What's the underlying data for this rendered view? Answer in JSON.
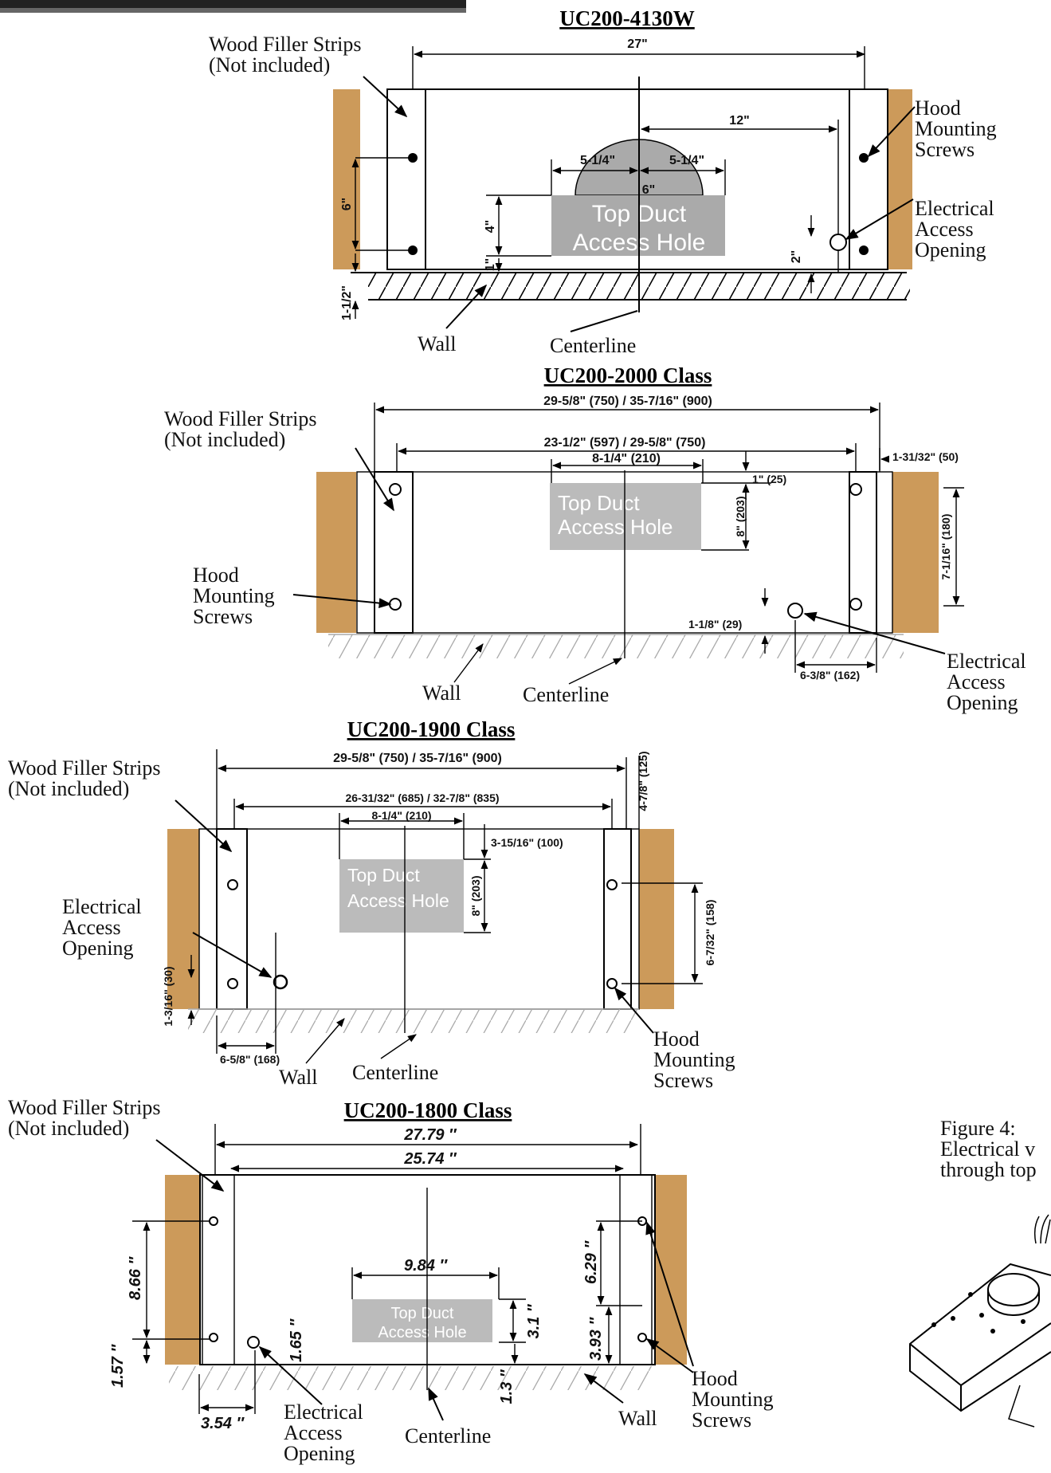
{
  "header_banner": "",
  "section1": {
    "title": "UC200-4130W",
    "wood_filler": [
      "Wood Filler Strips",
      "(Not included)"
    ],
    "hood_screws": [
      "Hood",
      "Mounting",
      "Screws"
    ],
    "electrical": [
      "Electrical",
      "Access",
      "Opening"
    ],
    "wall": "Wall",
    "centerline": "Centerline",
    "hole": [
      "Top Duct",
      "Access Hole"
    ],
    "dims": {
      "width": "27\"",
      "offset12": "12\"",
      "left_half": "5-1/4\"",
      "right_half": "5-1/4\"",
      "duct": "6\"",
      "strip_6": "6\"",
      "hole_4": "4\"",
      "hole_1": "1\"",
      "elec_2": "2\"",
      "base": "1-1/2\""
    }
  },
  "section2": {
    "title": "UC200-2000 Class",
    "wood_filler": [
      "Wood Filler Strips",
      "(Not included)"
    ],
    "hood_screws": [
      "Hood",
      "Mounting",
      "Screws"
    ],
    "electrical": [
      "Electrical",
      "Access",
      "Opening"
    ],
    "wall": "Wall",
    "centerline": "Centerline",
    "hole": [
      "Top Duct",
      "Access Hole"
    ],
    "dims": {
      "outer": "29-5/8\" (750) / 35-7/16\" (900)",
      "inner": "23-1/2\" (597) / 29-5/8\" (750)",
      "duct": "8-1/4\" (210)",
      "top": "1\" (25)",
      "corner": "1-31/32\" (50)",
      "hole_h": "8\" (203)",
      "screws": "7-1/16\" (180)",
      "elec_h": "1-1/8\" (29)",
      "elec_x": "6-3/8\" (162)"
    }
  },
  "section3": {
    "title": "UC200-1900 Class",
    "wood_filler": [
      "Wood Filler Strips",
      "(Not included)"
    ],
    "hood_screws": [
      "Hood",
      "Mounting",
      "Screws"
    ],
    "electrical": [
      "Electrical",
      "Access",
      "Opening"
    ],
    "wall": "Wall",
    "centerline": "Centerline",
    "hole": [
      "Top Duct",
      "Access Hole"
    ],
    "dims": {
      "outer": "29-5/8\" (750) / 35-7/16\" (900)",
      "inner": "26-31/32\" (685) / 32-7/8\" (835)",
      "duct": "8-1/4\" (210)",
      "top": "3-15/16\" (100)",
      "corner": "4-7/8\" (125)",
      "hole_h": "8\" (203)",
      "screws": "6-7/32\" (158)",
      "elec_h": "1-3/16\" (30)",
      "elec_x": "6-5/8\" (168)"
    }
  },
  "section4": {
    "title": "UC200-1800 Class",
    "wood_filler": [
      "Wood Filler Strips",
      "(Not included)"
    ],
    "hood_screws": [
      "Hood",
      "Mounting",
      "Screws"
    ],
    "electrical": [
      "Electrical",
      "Access",
      "Opening"
    ],
    "wall": "Wall",
    "centerline": "Centerline",
    "hole": [
      "Top Duct",
      "Access Hole"
    ],
    "dims": {
      "outer": "27.79 ″",
      "inner": "25.74 ″",
      "duct": "9.84 ″",
      "left_screws": "8.66 ″",
      "right_screws": "6.29 ″",
      "elec_h": "1.65 ″",
      "hole_h": "3.1 ″",
      "right_low": "3.93 ″",
      "bottom_left": "1.57 ″",
      "bottom_mid": "1.3 ″",
      "elec_x": "3.54 ″"
    }
  },
  "figure4": {
    "label": "Figure 4:",
    "line2": "Electrical v",
    "line3": "through top"
  }
}
